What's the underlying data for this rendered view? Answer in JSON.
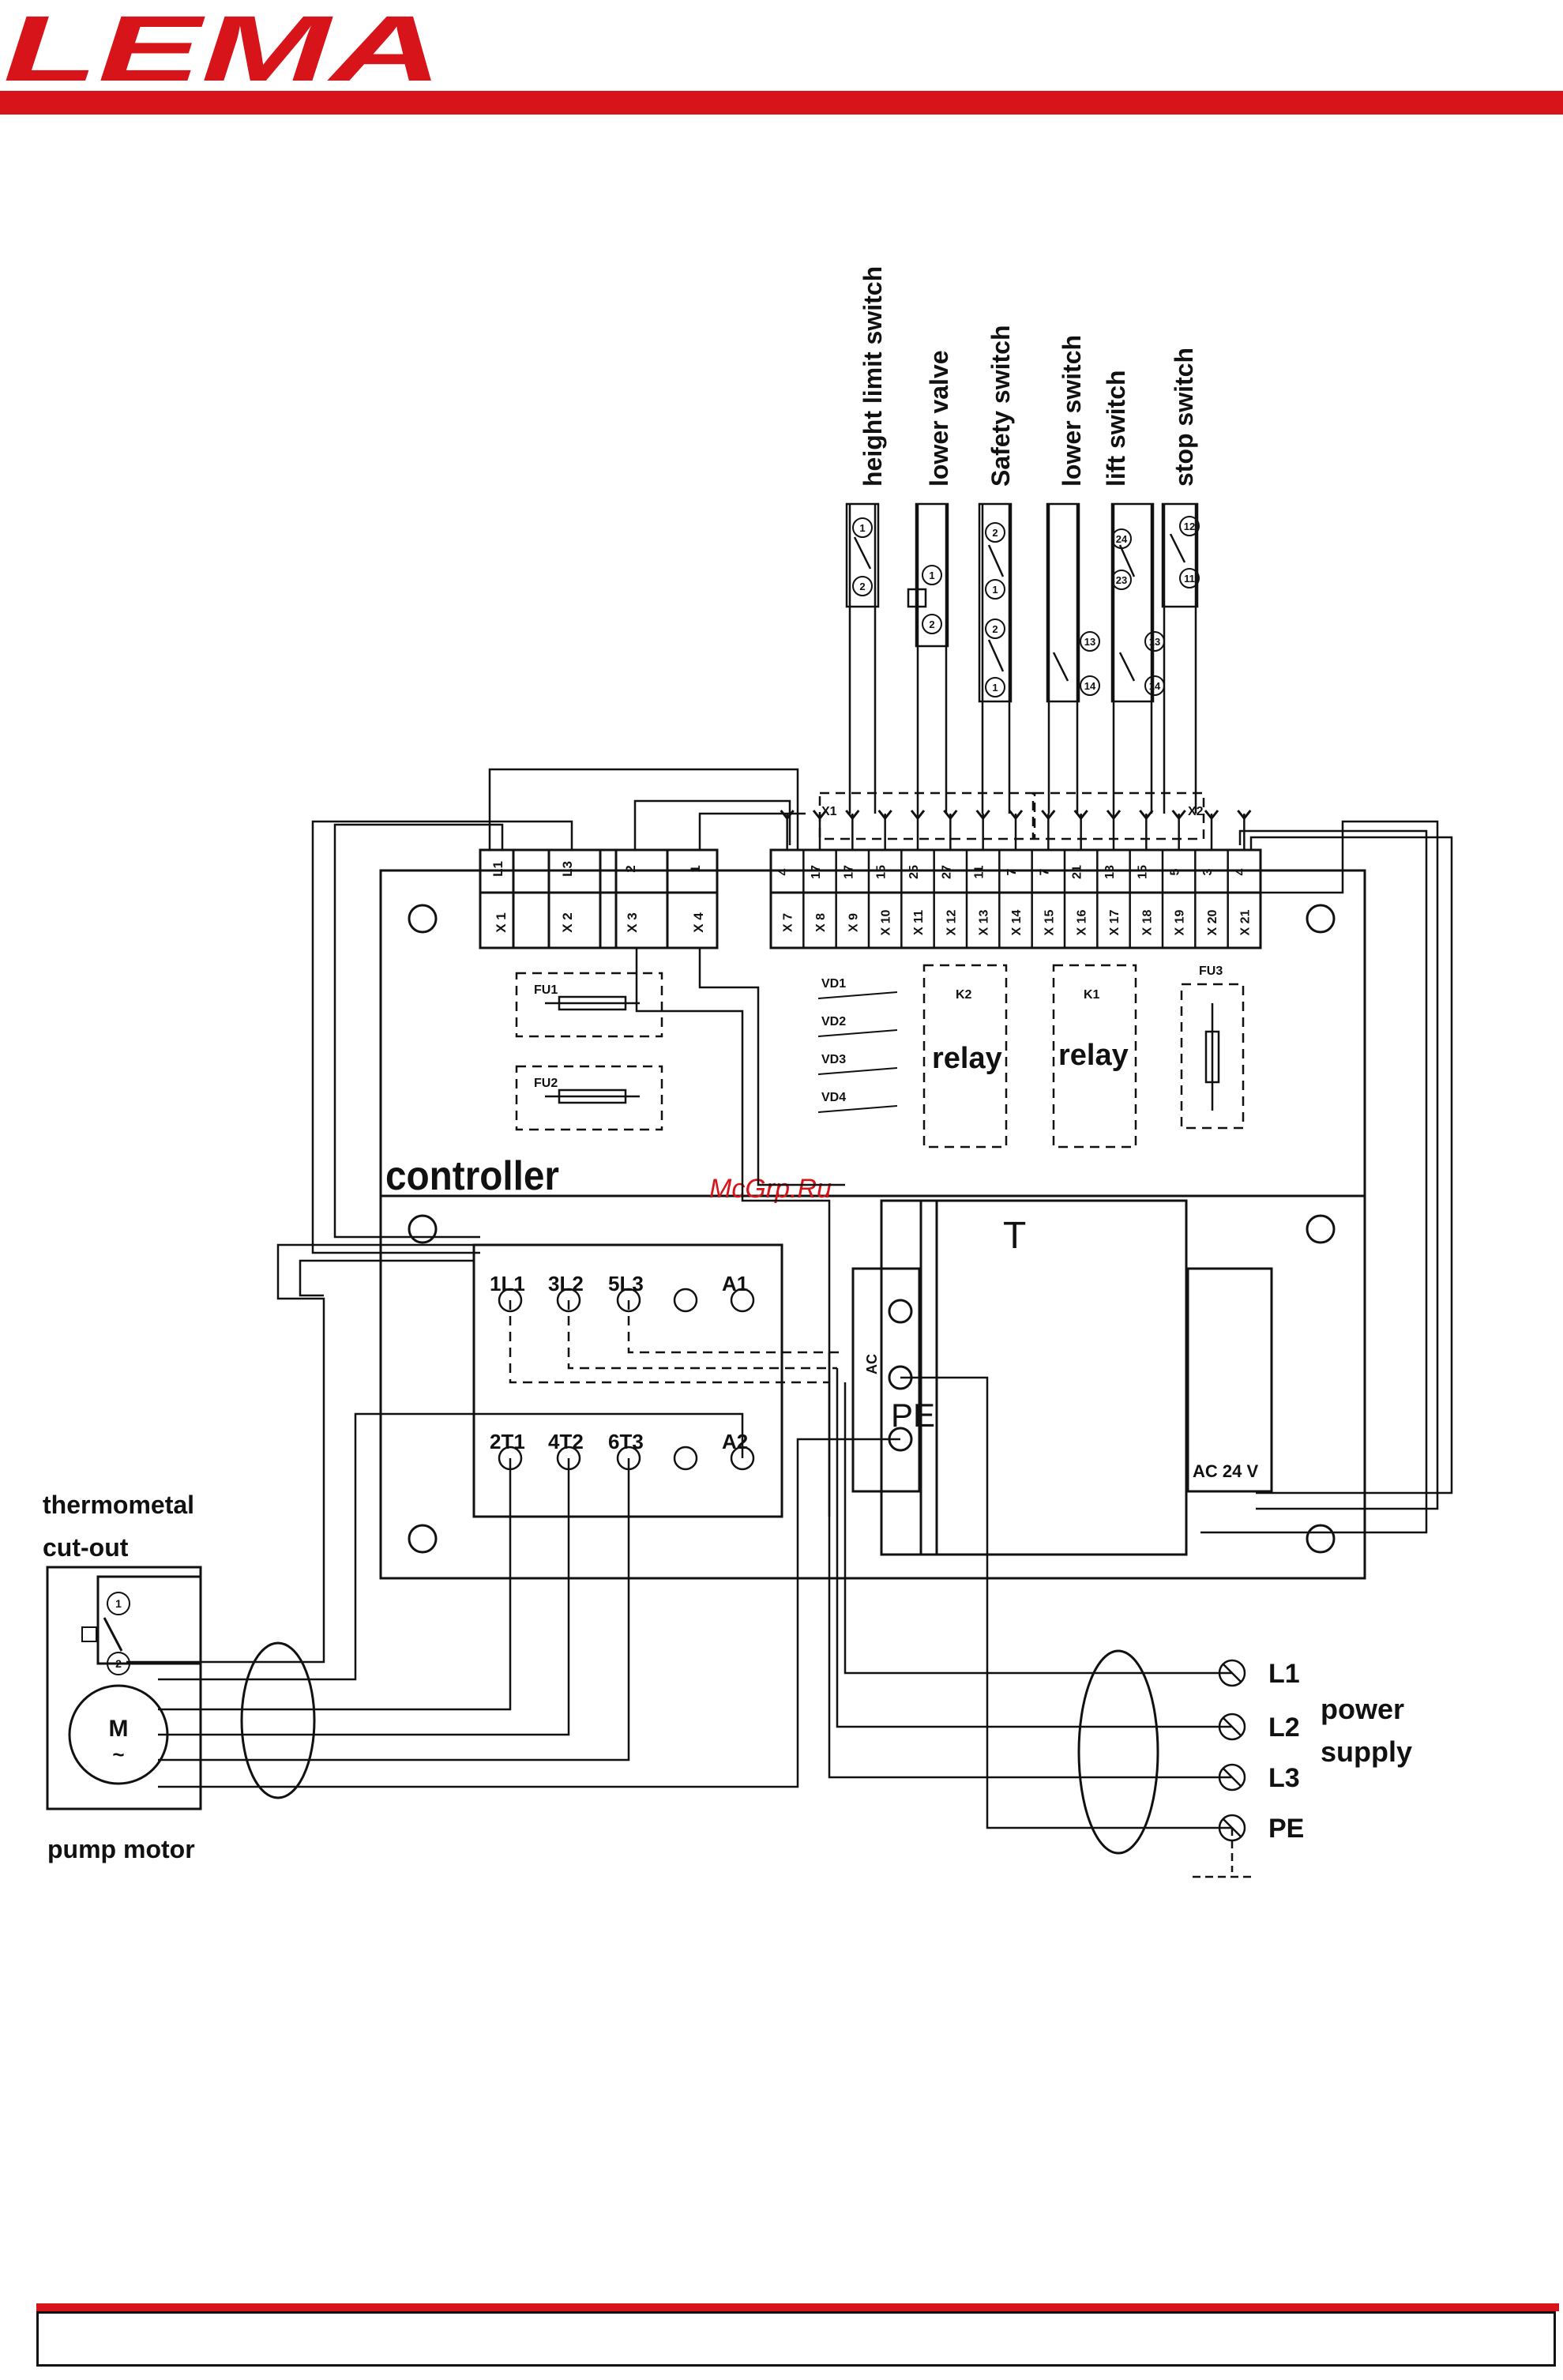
{
  "header": {
    "logo_text": "LEMA",
    "brand_color": "#d8141b"
  },
  "diagram": {
    "watermark": "McGrp.Ru",
    "switch_labels": [
      "height limit switch",
      "lower valve",
      "Safety switch",
      "lower switch",
      "lift switch",
      "stop switch"
    ],
    "controller_label": "controller",
    "top_terminals_left": [
      "L1",
      "L3",
      "2",
      "1"
    ],
    "x_terminals_left": [
      "X 1",
      "X 2",
      "X 3",
      "X 4"
    ],
    "top_terminals_right": [
      "4",
      "17",
      "17",
      "15",
      "25",
      "27",
      "11",
      "7",
      "7",
      "21",
      "13",
      "15",
      "5",
      "3",
      "4"
    ],
    "x_terminals_right": [
      "X 7",
      "X 8",
      "X 9",
      "X 10",
      "X 11",
      "X 12",
      "X 13",
      "X 14",
      "X 15",
      "X 16",
      "X 17",
      "X 18",
      "X 19",
      "X 20",
      "X 21"
    ],
    "connector_x1": "X1",
    "connector_x2": "X2",
    "fuses": [
      "FU1",
      "FU2",
      "FU3"
    ],
    "diodes": [
      "VD1",
      "VD2",
      "VD3",
      "VD4"
    ],
    "relays": [
      {
        "id": "K2",
        "label": "relay"
      },
      {
        "id": "K1",
        "label": "relay"
      }
    ],
    "transformer_label": "T",
    "ac_label": "AC",
    "pe_label": "PE",
    "ac24_label": "AC 24 V",
    "contactor_top": [
      "1L1",
      "3L2",
      "5L3",
      "A1"
    ],
    "contactor_bottom": [
      "2T1",
      "4T2",
      "6T3",
      "A2"
    ],
    "thermometal_label_1": "thermometal",
    "thermometal_label_2": "cut-out",
    "motor_symbol": "M",
    "motor_tilde": "~",
    "pump_motor_label": "pump motor",
    "power_lines": [
      "L1",
      "L2",
      "L3",
      "PE"
    ],
    "power_supply_label_1": "power",
    "power_supply_label_2": "supply",
    "switch_pin_numbers": {
      "height_limit": [
        "1",
        "2"
      ],
      "lower_valve": [
        "1",
        "2"
      ],
      "safety_a": [
        "2",
        "1"
      ],
      "safety_b": [
        "2",
        "1"
      ],
      "lower_switch": [
        "13",
        "14"
      ],
      "lift_switch": [
        "24",
        "23",
        "13",
        "14"
      ],
      "stop_switch": [
        "12",
        "11"
      ],
      "thermo": [
        "1",
        "2"
      ]
    }
  }
}
